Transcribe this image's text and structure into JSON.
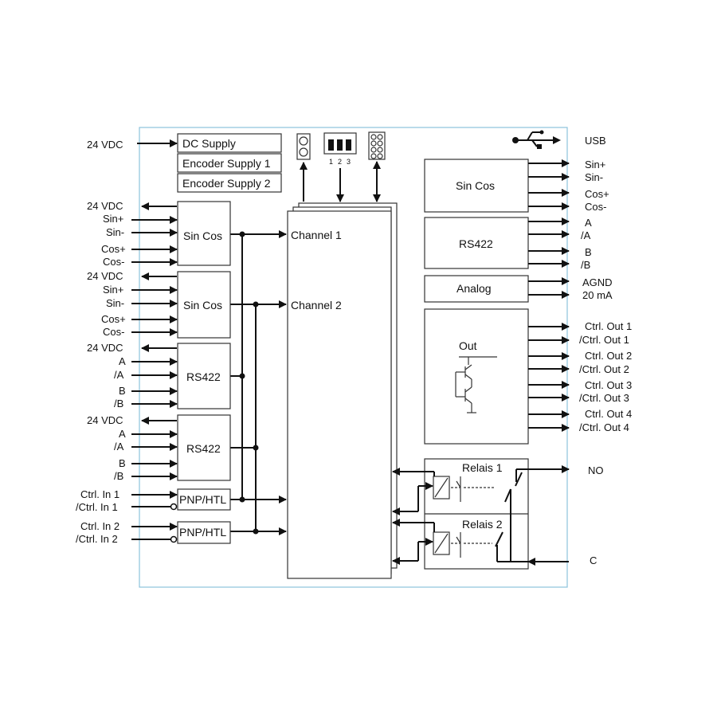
{
  "power": {
    "input_label": "24 VDC",
    "blocks": [
      "DC Supply",
      "Encoder Supply 1",
      "Encoder Supply 2"
    ]
  },
  "usb_label": "USB",
  "dip_numbers": [
    "1",
    "2",
    "3"
  ],
  "inputs": [
    {
      "block": "Sin Cos",
      "labels": [
        "24 VDC",
        "Sin+",
        "Sin-",
        "Cos+",
        "Cos-"
      ]
    },
    {
      "block": "Sin Cos",
      "labels": [
        "24 VDC",
        "Sin+",
        "Sin-",
        "Cos+",
        "Cos-"
      ]
    },
    {
      "block": "RS422",
      "labels": [
        "24 VDC",
        "A",
        "/A",
        "B",
        "/B"
      ]
    },
    {
      "block": "RS422",
      "labels": [
        "24 VDC",
        "A",
        "/A",
        "B",
        "/B"
      ]
    },
    {
      "block": "PNP/HTL",
      "labels": [
        "Ctrl. In 1",
        "/Ctrl. In 1"
      ]
    },
    {
      "block": "PNP/HTL",
      "labels": [
        "Ctrl. In 2",
        "/Ctrl. In 2"
      ]
    }
  ],
  "channels": [
    "Channel 1",
    "Channel 2"
  ],
  "outputs": [
    {
      "block": "Sin Cos",
      "labels": [
        "Sin+",
        "Sin-",
        "Cos+",
        "Cos-"
      ]
    },
    {
      "block": "RS422",
      "labels": [
        "A",
        "/A",
        "B",
        "/B"
      ]
    },
    {
      "block": "Analog",
      "labels": [
        "AGND",
        "20 mA"
      ]
    },
    {
      "block": "Out",
      "labels": [
        "Ctrl. Out 1",
        "/Ctrl. Out 1",
        "Ctrl. Out 2",
        "/Ctrl. Out 2",
        "Ctrl. Out 3",
        "/Ctrl. Out 3",
        "Ctrl. Out 4",
        "/Ctrl. Out 4"
      ]
    }
  ],
  "relays": [
    "Relais 1",
    "Relais 2"
  ],
  "contacts": {
    "no": "NO",
    "c": "C"
  }
}
